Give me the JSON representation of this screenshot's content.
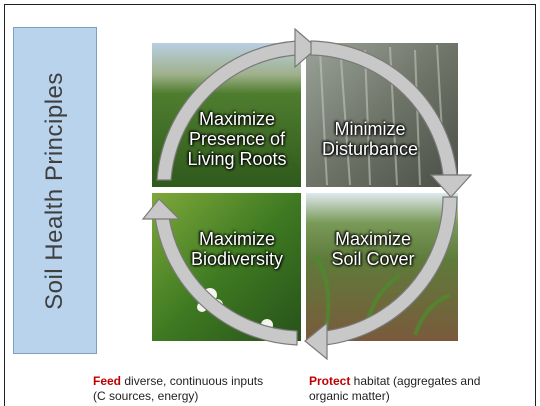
{
  "side_title": "Soil Health Principles",
  "quadrants": {
    "top_left": {
      "label": "Maximize Presence of Living Roots",
      "photo": "green-crop-field-photo"
    },
    "top_right": {
      "label": "Minimize Disturbance",
      "photo": "crop-residue-stalks-photo"
    },
    "bottom_left": {
      "label": "Maximize Biodiversity",
      "photo": "buckwheat-cover-crop-photo"
    },
    "bottom_right": {
      "label": "Maximize Soil Cover",
      "photo": "corn-seedlings-in-residue-photo"
    }
  },
  "captions": {
    "left": {
      "keyword": "Feed",
      "rest": " diverse, continuous inputs",
      "line2": "(C sources, energy)"
    },
    "right": {
      "keyword": "Protect",
      "rest": " habitat (aggregates and",
      "line2": "organic matter)"
    }
  },
  "colors": {
    "side_bar": "#b9d3ec",
    "arrow_fill": "#c8c8c8",
    "arrow_stroke": "#7a7a7a",
    "keyword": "#c00000"
  },
  "icons": [
    "cycle-arrow-icon"
  ]
}
